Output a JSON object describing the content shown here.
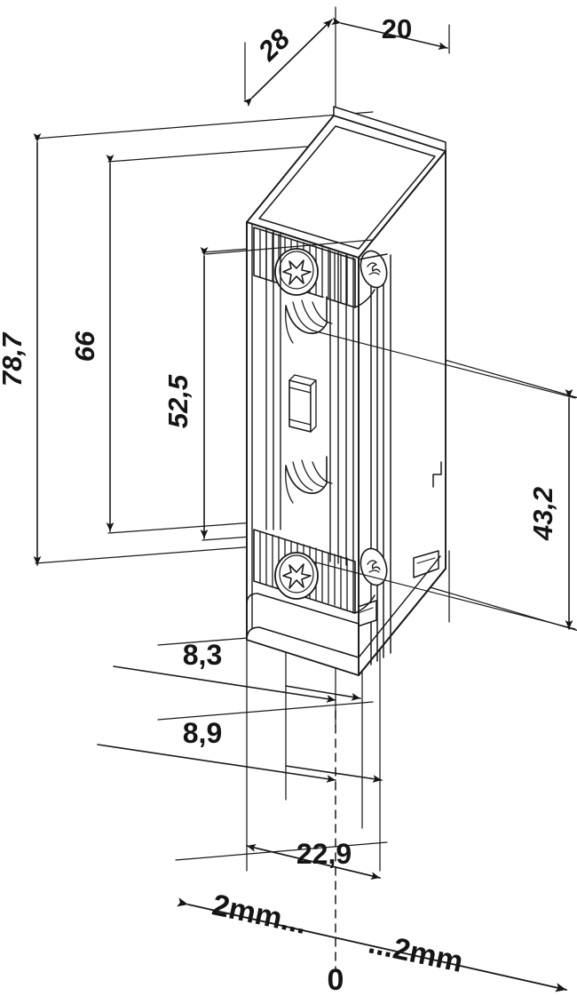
{
  "drawing": {
    "title": "Electric door strike isometric dimension drawing",
    "units": "mm",
    "line_color": "#1a1a1a",
    "background": "#ffffff"
  },
  "dimensions": {
    "depth_28": "28",
    "width_20": "20",
    "height_78_7": "78,7",
    "height_66": "66",
    "height_52_5": "52,5",
    "height_43_2": "43,2",
    "offset_8_3": "8,3",
    "offset_8_9": "8,9",
    "width_22_9": "22,9"
  },
  "scale_bar": {
    "left_label": "2mm...",
    "right_label": "...2mm",
    "zero_label": "0"
  }
}
